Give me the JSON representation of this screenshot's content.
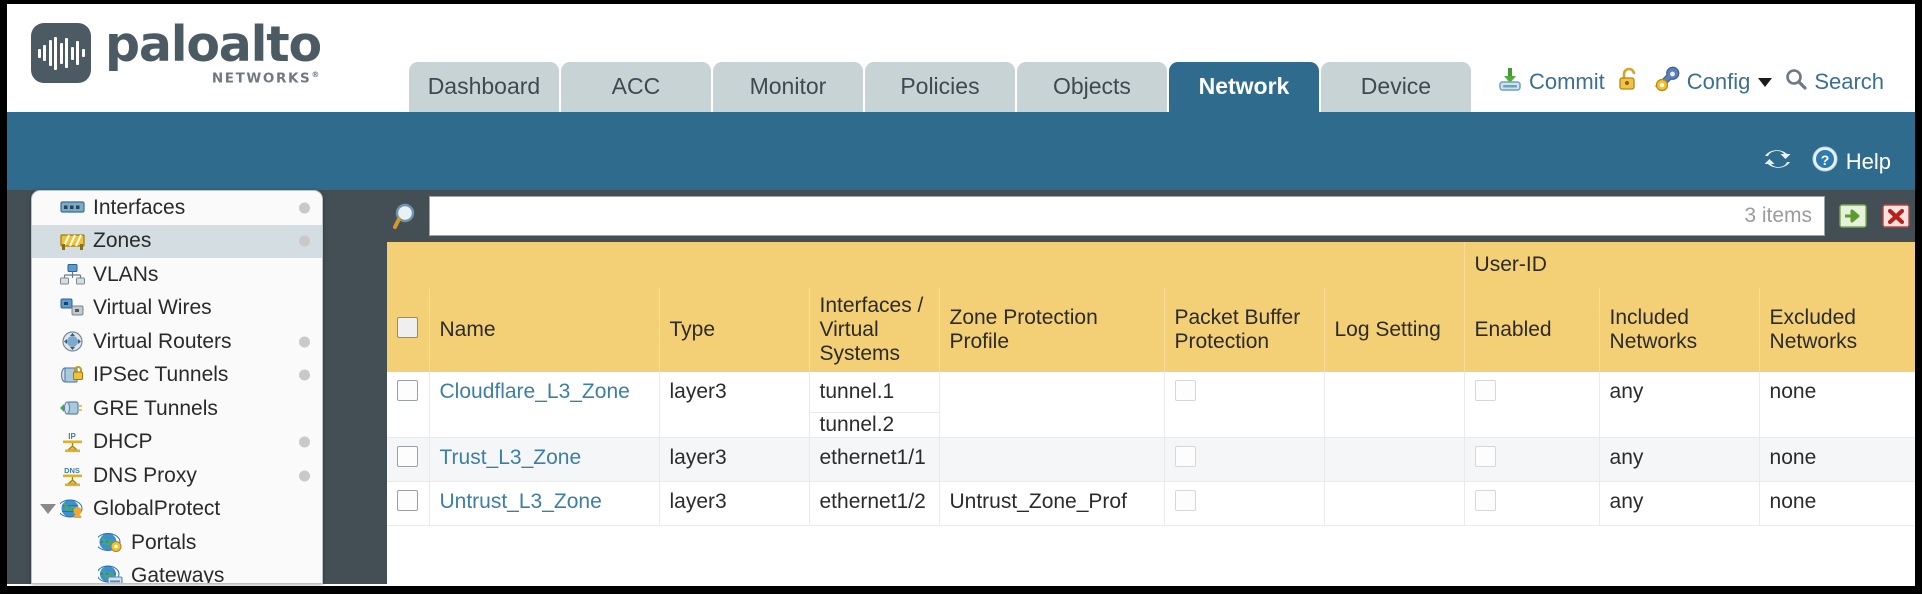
{
  "brand": {
    "name": "paloalto",
    "tagline": "NETWORKS",
    "registered": "®"
  },
  "nav": {
    "tabs": [
      {
        "label": "Dashboard",
        "active": false
      },
      {
        "label": "ACC",
        "active": false
      },
      {
        "label": "Monitor",
        "active": false
      },
      {
        "label": "Policies",
        "active": false
      },
      {
        "label": "Objects",
        "active": false
      },
      {
        "label": "Network",
        "active": true
      },
      {
        "label": "Device",
        "active": false
      }
    ]
  },
  "top_actions": {
    "commit": "Commit",
    "lock_icon": "unlocked-padlock-icon",
    "config": "Config",
    "search": "Search"
  },
  "blue_band": {
    "refresh_icon": "refresh-icon",
    "help": "Help"
  },
  "sidebar": {
    "items": [
      {
        "label": "Interfaces",
        "icon": "interfaces-icon",
        "selected": false,
        "dot": true,
        "child": false,
        "expander": false
      },
      {
        "label": "Zones",
        "icon": "zones-icon",
        "selected": true,
        "dot": true,
        "child": false,
        "expander": false
      },
      {
        "label": "VLANs",
        "icon": "vlans-icon",
        "selected": false,
        "dot": false,
        "child": false,
        "expander": false
      },
      {
        "label": "Virtual Wires",
        "icon": "virtual-wires-icon",
        "selected": false,
        "dot": false,
        "child": false,
        "expander": false
      },
      {
        "label": "Virtual Routers",
        "icon": "virtual-routers-icon",
        "selected": false,
        "dot": true,
        "child": false,
        "expander": false
      },
      {
        "label": "IPSec Tunnels",
        "icon": "ipsec-tunnels-icon",
        "selected": false,
        "dot": true,
        "child": false,
        "expander": false
      },
      {
        "label": "GRE Tunnels",
        "icon": "gre-tunnels-icon",
        "selected": false,
        "dot": false,
        "child": false,
        "expander": false
      },
      {
        "label": "DHCP",
        "icon": "dhcp-icon",
        "selected": false,
        "dot": true,
        "child": false,
        "expander": false
      },
      {
        "label": "DNS Proxy",
        "icon": "dns-proxy-icon",
        "selected": false,
        "dot": true,
        "child": false,
        "expander": false
      },
      {
        "label": "GlobalProtect",
        "icon": "globalprotect-icon",
        "selected": false,
        "dot": false,
        "child": false,
        "expander": true
      },
      {
        "label": "Portals",
        "icon": "portals-icon",
        "selected": false,
        "dot": false,
        "child": true,
        "expander": false
      },
      {
        "label": "Gateways",
        "icon": "gateways-icon",
        "selected": false,
        "dot": false,
        "child": true,
        "expander": false
      }
    ]
  },
  "filter": {
    "value": "",
    "placeholder": "",
    "item_count": "3 items",
    "apply_icon": "green-arrow-apply-icon",
    "clear_icon": "red-x-clear-icon",
    "search_icon": "magnifier-icon"
  },
  "table": {
    "group_header": "User-ID",
    "columns": [
      "Name",
      "Type",
      "Interfaces / Virtual Systems",
      "Zone Protection Profile",
      "Packet Buffer Protection",
      "Log Setting",
      "Enabled",
      "Included Networks",
      "Excluded Networks"
    ],
    "rows": [
      {
        "name": "Cloudflare_L3_Zone",
        "type": "layer3",
        "interfaces": [
          "tunnel.1",
          "tunnel.2"
        ],
        "zone_protection_profile": "",
        "packet_buffer_protection": false,
        "log_setting": "",
        "user_id_enabled": false,
        "included_networks": "any",
        "excluded_networks": "none"
      },
      {
        "name": "Trust_L3_Zone",
        "type": "layer3",
        "interfaces": [
          "ethernet1/1"
        ],
        "zone_protection_profile": "",
        "packet_buffer_protection": false,
        "log_setting": "",
        "user_id_enabled": false,
        "included_networks": "any",
        "excluded_networks": "none"
      },
      {
        "name": "Untrust_L3_Zone",
        "type": "layer3",
        "interfaces": [
          "ethernet1/2"
        ],
        "zone_protection_profile": "Untrust_Zone_Prof",
        "packet_buffer_protection": false,
        "log_setting": "",
        "user_id_enabled": false,
        "included_networks": "any",
        "excluded_networks": "none"
      }
    ]
  },
  "colors": {
    "brand_dark": "#4c5a63",
    "tab_active": "#2e6b8c",
    "tab_inactive": "#c8d3d5",
    "band_blue": "#2e6b8c",
    "body_slate": "#434f55",
    "header_gold": "#f3cf76",
    "group_gold": "#dcae3d",
    "link_blue": "#3b7fa5"
  }
}
